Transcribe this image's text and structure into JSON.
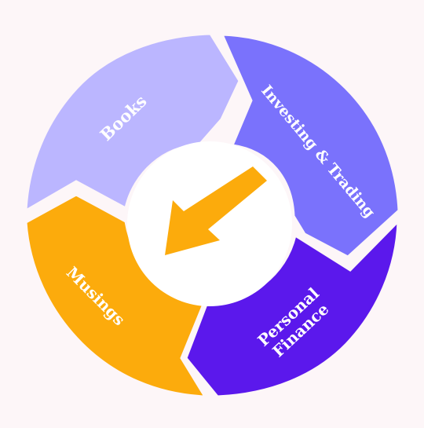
{
  "background_color": "#fdf6f8",
  "cycle": {
    "segments": [
      {
        "id": "books",
        "lines": [
          "Books"
        ],
        "color": "#bbb6ff"
      },
      {
        "id": "investing",
        "lines": [
          "Investing & Trading"
        ],
        "color": "#7a72fc"
      },
      {
        "id": "personal-finance",
        "lines": [
          "Personal",
          "Finance"
        ],
        "color": "#5b18ec"
      },
      {
        "id": "musings",
        "lines": [
          "Musings"
        ],
        "color": "#fcab0c"
      }
    ],
    "center": {
      "fill": "#ffffff",
      "arrow_icon": "arrow-down-left-icon",
      "arrow_color": "#fcab0c"
    }
  }
}
